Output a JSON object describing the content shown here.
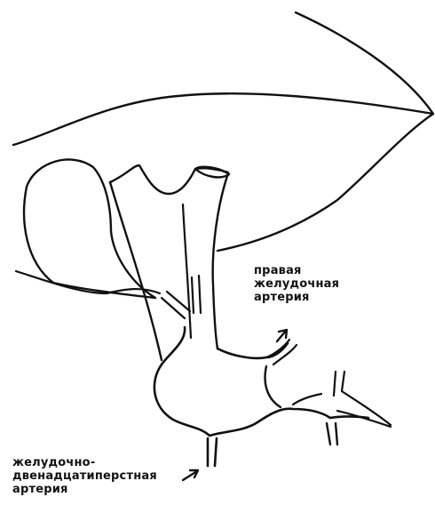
{
  "labels": {
    "right_gastric_artery": [
      "правая",
      "желудочная",
      "артерия"
    ],
    "gastroduodenal_artery": [
      "желудочно-",
      "двенадцатиперстная",
      "артерия"
    ]
  },
  "colors": {
    "ink": "#111111",
    "background": "#ffffff"
  }
}
